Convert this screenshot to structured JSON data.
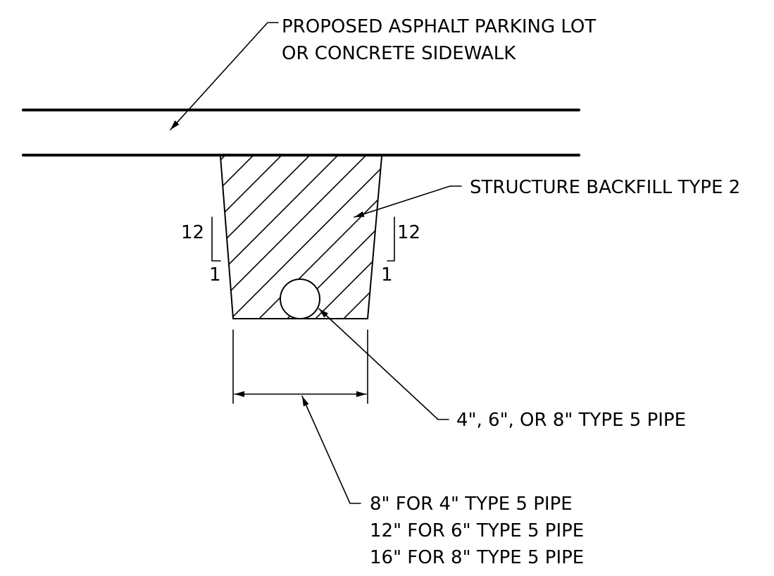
{
  "diagram": {
    "labels": {
      "pavement": {
        "line1": "PROPOSED ASPHALT PARKING LOT",
        "line2": "OR CONCRETE SIDEWALK"
      },
      "backfill": "STRUCTURE BACKFILL TYPE 2",
      "slope_left": {
        "rise": "12",
        "run": "1"
      },
      "slope_right": {
        "rise": "12",
        "run": "1"
      },
      "pipe": "4\", 6\", OR 8\" TYPE 5 PIPE",
      "width_notes": {
        "line1": "8\" FOR 4\" TYPE 5 PIPE",
        "line2": "12\" FOR 6\" TYPE 5 PIPE",
        "line3": "16\" FOR 8\" TYPE 5 PIPE"
      }
    },
    "colors": {
      "ink": "#000000",
      "background": "#ffffff"
    }
  }
}
